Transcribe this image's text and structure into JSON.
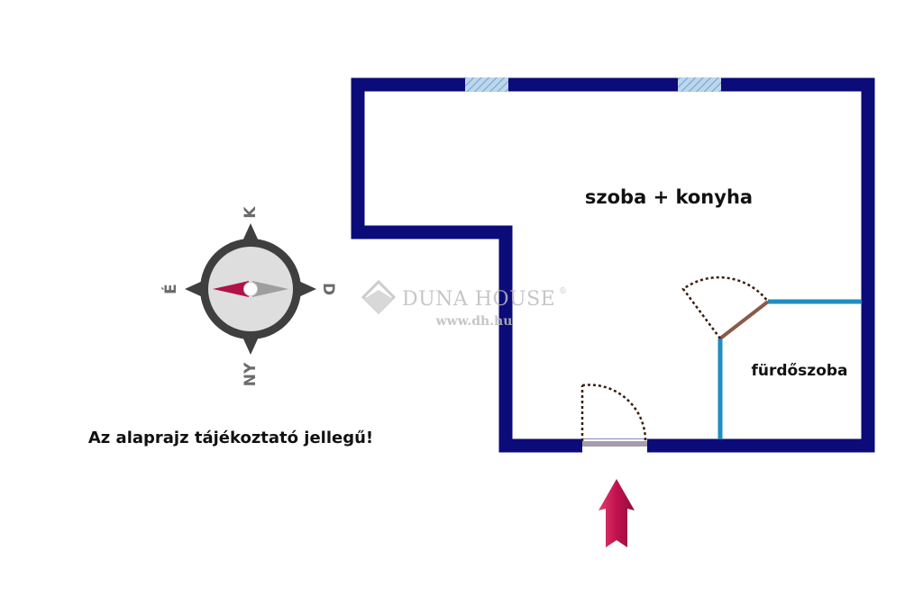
{
  "rooms": {
    "main_room": "szoba + konyha",
    "bathroom": "fürdőszoba"
  },
  "compass": {
    "north": "K",
    "east": "D",
    "south": "NY",
    "west": "É"
  },
  "disclaimer": "Az alaprajz tájékoztató jellegű!",
  "watermark": {
    "brand": "DUNA HOUSE",
    "registered": "®",
    "url": "www.dh.hu"
  },
  "icons": {
    "compass": "compass-icon",
    "entrance": "entrance-arrow-icon",
    "brand": "duna-house-logo-icon"
  },
  "colors": {
    "outer_wall": "#0b0b7a",
    "inner_wall": "#1e8ec0",
    "window_fill": "#a9cbe6",
    "door_arc": "#3a1d12",
    "bath_door_leaf": "#8a5a4a",
    "entrance_arrow": "#c1124e",
    "compass_needle": "#b0124a",
    "compass_body": "#3f3f3f"
  }
}
